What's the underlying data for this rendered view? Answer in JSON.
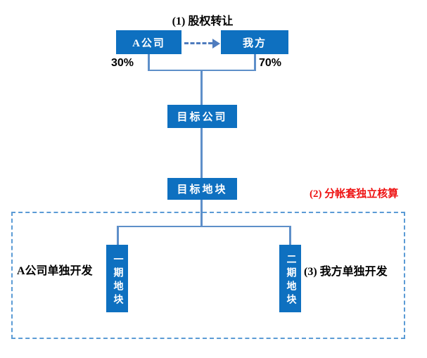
{
  "diagram": {
    "heading": "(1) 股权转让",
    "nodes": {
      "company_a": "A公司",
      "our_side": "我方",
      "target_company": "目标公司",
      "target_plot": "目标地块",
      "phase1_plot": "一期地块",
      "phase2_plot": "二期地块"
    },
    "labels": {
      "pct_left": "30%",
      "pct_right": "70%",
      "dev_left": "A公司单独开发",
      "dev_right": "(3) 我方单独开发",
      "accounting_note": "(2) 分帐套独立核算"
    },
    "colors": {
      "node_fill": "#0e70c0",
      "node_text": "#ffffff",
      "connector": "#5e8fc9",
      "arrow": "#4f7cbe",
      "dashed_border": "#5b9bd5",
      "note_red": "#ee1111",
      "label_text": "#000000",
      "background": "#ffffff"
    }
  }
}
